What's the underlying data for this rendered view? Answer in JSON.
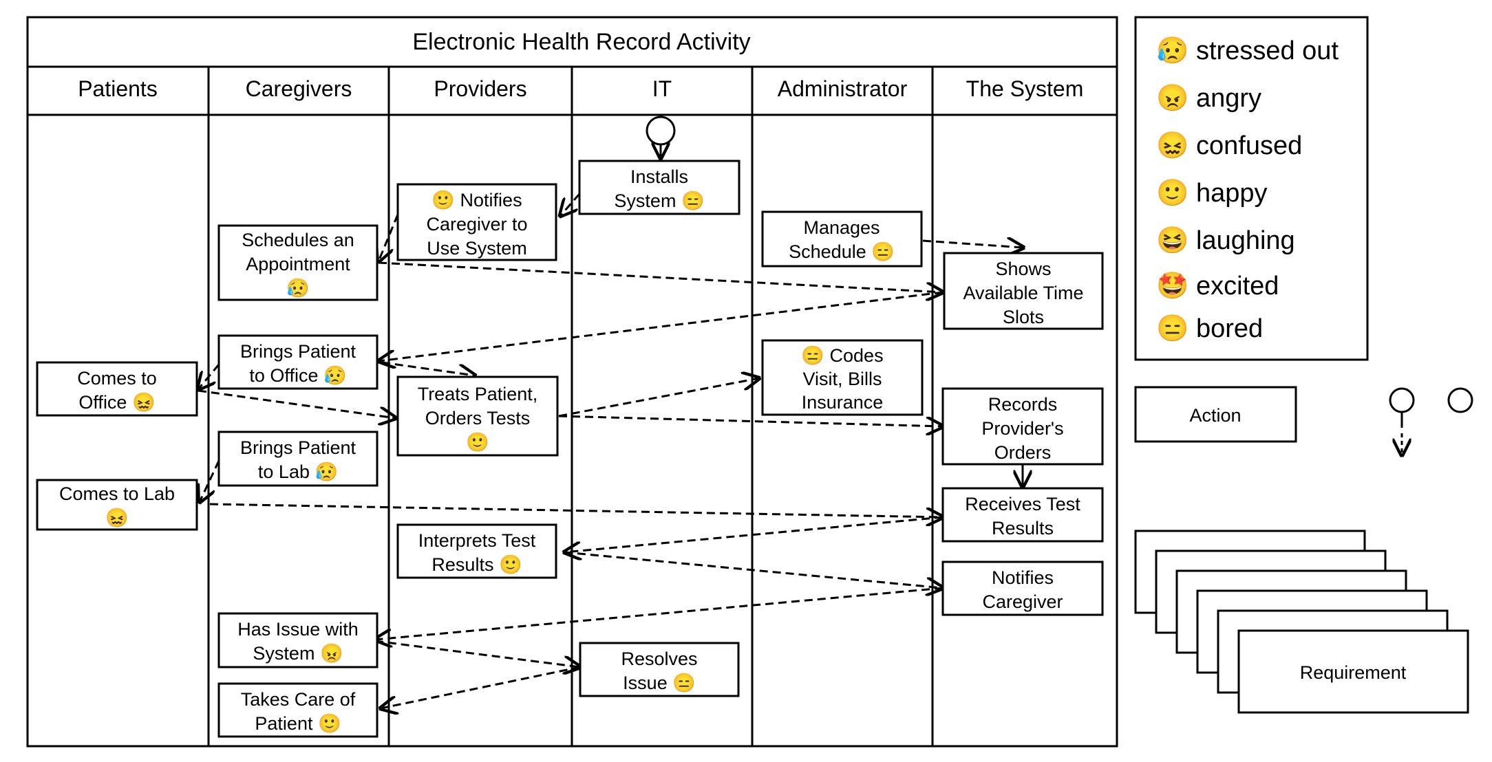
{
  "title": "Electronic Health Record Activity",
  "lanes": [
    "Patients",
    "Caregivers",
    "Providers",
    "IT",
    "Administrator",
    "The System"
  ],
  "emoji": {
    "stressed": "😥",
    "angry": "😠",
    "confused": "😖",
    "happy": "🙂",
    "laughing": "😆",
    "excited": "🤩",
    "bored": "😑"
  },
  "actions": {
    "installs_system": [
      "Installs",
      "System 😑"
    ],
    "notifies_caregiver_use": [
      "🙂 Notifies",
      "Caregiver to",
      "Use System"
    ],
    "schedules_appointment": [
      "Schedules an",
      "Appointment",
      "😥"
    ],
    "manages_schedule": [
      "Manages",
      "Schedule 😑"
    ],
    "shows_time_slots": [
      "Shows",
      "Available Time",
      "Slots"
    ],
    "brings_to_office": [
      "Brings Patient",
      "to Office 😥"
    ],
    "comes_to_office": [
      "Comes to",
      "Office 😖"
    ],
    "treats_patient": [
      "Treats Patient,",
      "Orders Tests",
      "🙂"
    ],
    "codes_visit": [
      "😑 Codes",
      "Visit, Bills",
      "Insurance"
    ],
    "records_orders": [
      "Records",
      "Provider's",
      "Orders"
    ],
    "brings_to_lab": [
      "Brings Patient",
      "to Lab 😥"
    ],
    "comes_to_lab": [
      "Comes to Lab",
      "😖"
    ],
    "receives_results": [
      "Receives Test",
      "Results"
    ],
    "interprets_results": [
      "Interprets Test",
      "Results 🙂"
    ],
    "notifies_caregiver": [
      "Notifies",
      "Caregiver"
    ],
    "has_issue": [
      "Has Issue with",
      "System 😠"
    ],
    "resolves_issue": [
      "Resolves",
      "Issue 😑"
    ],
    "takes_care": [
      "Takes Care of",
      "Patient 🙂"
    ]
  },
  "legend": {
    "items": [
      {
        "emoji": "😥",
        "label": "stressed out"
      },
      {
        "emoji": "😠",
        "label": "angry"
      },
      {
        "emoji": "😖",
        "label": "confused"
      },
      {
        "emoji": "🙂",
        "label": "happy"
      },
      {
        "emoji": "😆",
        "label": "laughing"
      },
      {
        "emoji": "🤩",
        "label": "excited"
      },
      {
        "emoji": "😑",
        "label": "bored"
      }
    ],
    "action_label": "Action",
    "requirement_label": "Requirement"
  }
}
